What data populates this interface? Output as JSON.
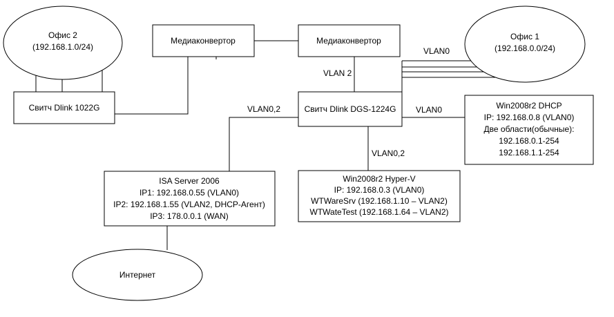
{
  "office2": {
    "title": "Офис 2",
    "subnet": "(192.168.1.0/24)"
  },
  "office1": {
    "title": "Офис 1",
    "subnet": "(192.168.0.0/24)"
  },
  "internet": {
    "label": "Интернет"
  },
  "mc_left": {
    "label": "Медиаконвертор"
  },
  "mc_right": {
    "label": "Медиаконвертор"
  },
  "switch_1022": {
    "label": "Свитч Dlink 1022G"
  },
  "switch_1224": {
    "label": "Свитч Dlink DGS-1224G"
  },
  "dhcp": {
    "lines": [
      "Win2008r2 DHCP",
      "IP: 192.168.0.8 (VLAN0)",
      "Две области(обычные):",
      "192.168.0.1-254",
      "192.168.1.1-254"
    ]
  },
  "isa": {
    "lines": [
      "ISA Server 2006",
      "IP1: 192.168.0.55 (VLAN0)",
      "IP2: 192.168.1.55 (VLAN2, DHCP-Агент)",
      "IP3: 178.0.0.1 (WAN)"
    ]
  },
  "hyperv": {
    "lines": [
      "Win2008r2 Hyper-V",
      "IP: 192.168.0.3 (VLAN0)",
      "WTWareSrv (192.168.1.10 – VLAN2)",
      "WTWateTest (192.168.1.64 – VLAN2)"
    ]
  },
  "link_labels": {
    "office1_vlan": "VLAN0",
    "mc_vlan": "VLAN 2",
    "isa_vlan": "VLAN0,2",
    "dhcp_vlan": "VLAN0",
    "hyperv_vlan": "VLAN0,2"
  }
}
